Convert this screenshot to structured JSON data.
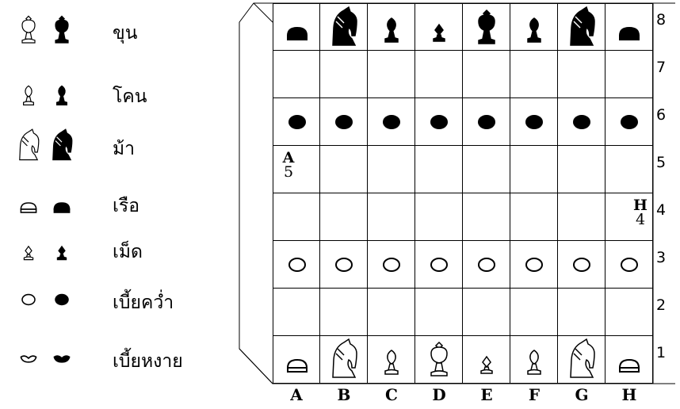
{
  "legend": [
    {
      "piece": "khun",
      "label": "ขุน"
    },
    {
      "piece": "khon",
      "label": "โคน"
    },
    {
      "piece": "ma",
      "label": "ม้า"
    },
    {
      "piece": "ruea",
      "label": "เรือ"
    },
    {
      "piece": "met",
      "label": "เม็ด"
    },
    {
      "piece": "bia_kwam",
      "label": "เบี้ยคว่ำ"
    },
    {
      "piece": "bia_ngai",
      "label": "เบี้ยหงาย"
    }
  ],
  "board": {
    "files": [
      "A",
      "B",
      "C",
      "D",
      "E",
      "F",
      "G",
      "H"
    ],
    "ranks": [
      "8",
      "7",
      "6",
      "5",
      "4",
      "3",
      "2",
      "1"
    ],
    "position": {
      "8": [
        "ruea_b",
        "ma_b",
        "khon_b",
        "met_b",
        "khun_b",
        "khon_b",
        "ma_b",
        "ruea_b"
      ],
      "7": [
        "",
        "",
        "",
        "",
        "",
        "",
        "",
        ""
      ],
      "6": [
        "bia_b",
        "bia_b",
        "bia_b",
        "bia_b",
        "bia_b",
        "bia_b",
        "bia_b",
        "bia_b"
      ],
      "5": [
        "",
        "",
        "",
        "",
        "",
        "",
        "",
        ""
      ],
      "4": [
        "",
        "",
        "",
        "",
        "",
        "",
        "",
        ""
      ],
      "3": [
        "bia_w",
        "bia_w",
        "bia_w",
        "bia_w",
        "bia_w",
        "bia_w",
        "bia_w",
        "bia_w"
      ],
      "2": [
        "",
        "",
        "",
        "",
        "",
        "",
        "",
        ""
      ],
      "1": [
        "ruea_w",
        "ma_w",
        "khon_w",
        "khun_w",
        "met_w",
        "khon_w",
        "ma_w",
        "ruea_w"
      ]
    },
    "annotations": [
      {
        "square": "A5",
        "letter": "A",
        "number": "5"
      },
      {
        "square": "H4",
        "letter": "H",
        "number": "4"
      }
    ]
  }
}
